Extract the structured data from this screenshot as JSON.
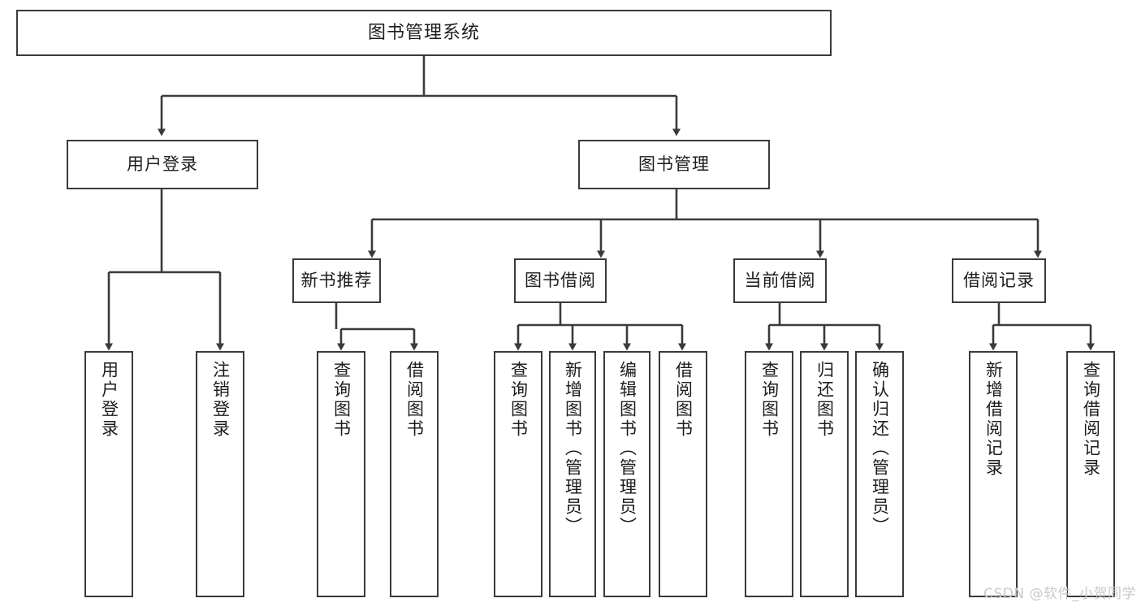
{
  "diagram": {
    "type": "tree-hierarchy",
    "title": "图书管理系统",
    "orientation": "top-down",
    "colors": {
      "node_border": "#3a3a3a",
      "node_fill": "#ffffff",
      "edge": "#3a3a3a",
      "text": "#1d1d1d",
      "watermark": "#c9c9c9",
      "background": "#ffffff"
    },
    "root": {
      "label": "图书管理系统"
    },
    "level2": [
      {
        "label": "用户登录"
      },
      {
        "label": "图书管理"
      }
    ],
    "level3": [
      {
        "label": "新书推荐"
      },
      {
        "label": "图书借阅"
      },
      {
        "label": "当前借阅"
      },
      {
        "label": "借阅记录"
      }
    ],
    "leaves": {
      "user_login": [
        {
          "label": "用户登录"
        },
        {
          "label": "注销登录"
        }
      ],
      "new_book_recommend": [
        {
          "label": "查询图书"
        },
        {
          "label": "借阅图书"
        }
      ],
      "book_borrow": [
        {
          "label": "查询图书"
        },
        {
          "label": "新增图书（管理员）"
        },
        {
          "label": "编辑图书（管理员）"
        },
        {
          "label": "借阅图书"
        }
      ],
      "current_borrow": [
        {
          "label": "查询图书"
        },
        {
          "label": "归还图书"
        },
        {
          "label": "确认归还（管理员）"
        }
      ],
      "borrow_record": [
        {
          "label": "新增借阅记录"
        },
        {
          "label": "查询借阅记录"
        }
      ]
    }
  },
  "watermark": {
    "text": "CSDN @软件_小贺同学"
  }
}
